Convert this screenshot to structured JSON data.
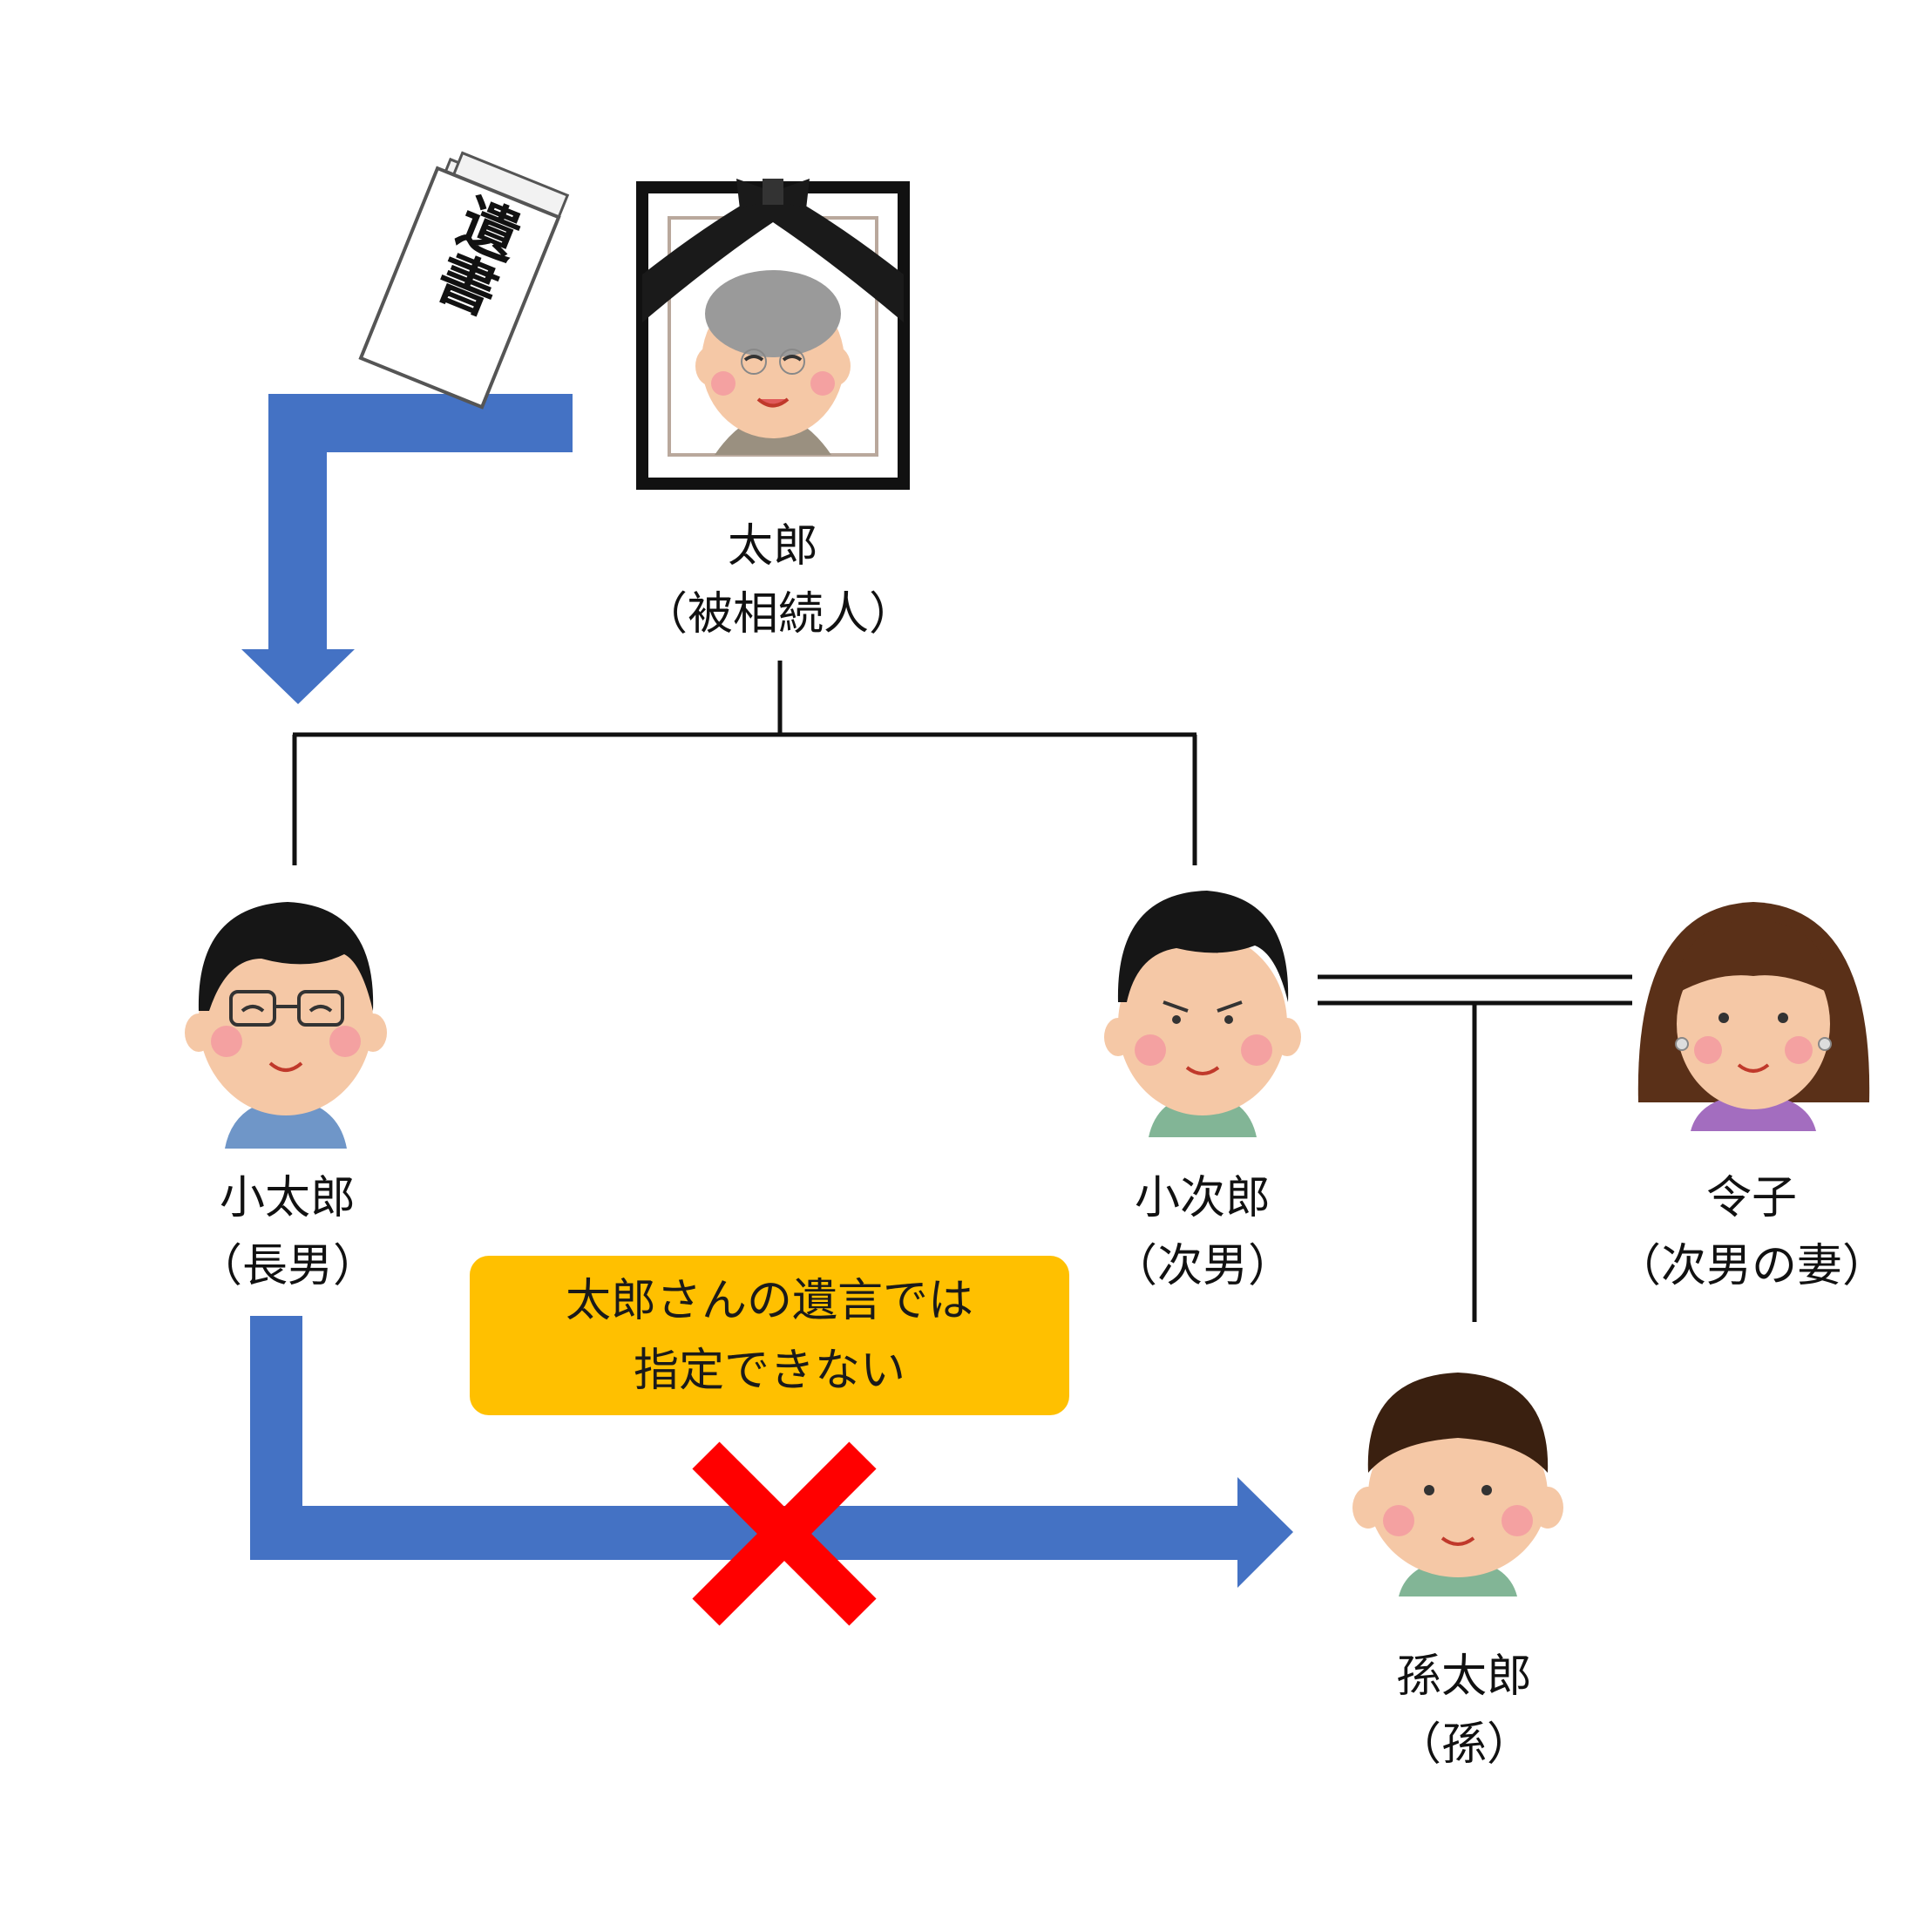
{
  "colors": {
    "arrow": "#4472C4",
    "cross": "#FF0000",
    "callout": "#FFC000",
    "line": "#111111"
  },
  "icons": {
    "will": "will-document-icon",
    "deceased": "memorial-portrait-icon",
    "first_son": "glasses-boy-icon",
    "second_son": "boy-icon",
    "wife": "woman-icon",
    "grandson": "child-icon",
    "cross": "cross-mark-icon"
  },
  "will_text": "遺書",
  "persons": {
    "deceased": {
      "name": "太郎",
      "role": "（被相続人）"
    },
    "first_son": {
      "name": "小太郎",
      "role": "（長男）"
    },
    "second_son": {
      "name": "小次郎",
      "role": "（次男）"
    },
    "wife": {
      "name": "令子",
      "role": "（次男の妻）"
    },
    "grandson": {
      "name": "孫太郎",
      "role": "（孫）"
    }
  },
  "callout": {
    "line1": "太郎さんの遺言では",
    "line2": "指定できない"
  }
}
